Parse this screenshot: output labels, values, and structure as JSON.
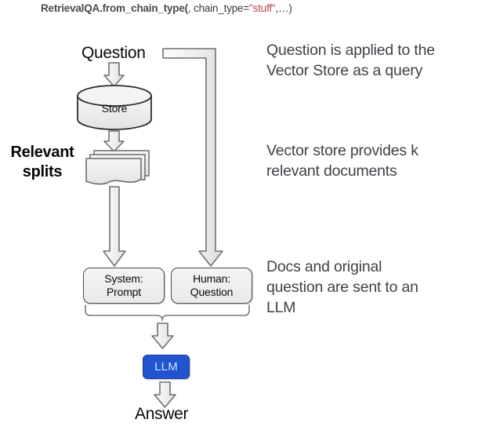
{
  "title": {
    "prefix": "RetrievalQA.from_chain_type(",
    "middle": ", chain_type=",
    "value": "\"stuff\"",
    "suffix": ",…)",
    "color": "#4a4a4a",
    "string_color": "#b5474d"
  },
  "nodes": {
    "question": "Question",
    "store": "Store",
    "relevant_splits_line1": "Relevant",
    "relevant_splits_line2": "splits",
    "system_prompt_line1": "System:",
    "system_prompt_line2": "Prompt",
    "human_question_line1": "Human:",
    "human_question_line2": "Question",
    "llm": "LLM",
    "answer": "Answer"
  },
  "annotations": [
    {
      "id": "question-to-vectorstore",
      "line1": "Question is applied to the",
      "line2": "Vector Store as a query"
    },
    {
      "id": "vectorstore-returns-docs",
      "line1": "Vector store provides k",
      "line2": "relevant documents"
    },
    {
      "id": "docs-and-question-to-llm",
      "line1": "Docs and original",
      "line2": "question are sent to an",
      "line3": "LLM"
    }
  ],
  "colors": {
    "llm_fill": "#2055cf",
    "llm_text": "#cfe0ff",
    "shape_stroke": "#4d4d4d",
    "shape_fill": "#ececec",
    "annotation_text": "#3e4247"
  },
  "icons": {
    "arrow": "block-arrow-down-icon",
    "elbow_arrow": "elbow-block-arrow-icon",
    "cylinder": "database-cylinder-icon",
    "documents": "document-stack-icon",
    "brace": "curly-brace-icon"
  }
}
